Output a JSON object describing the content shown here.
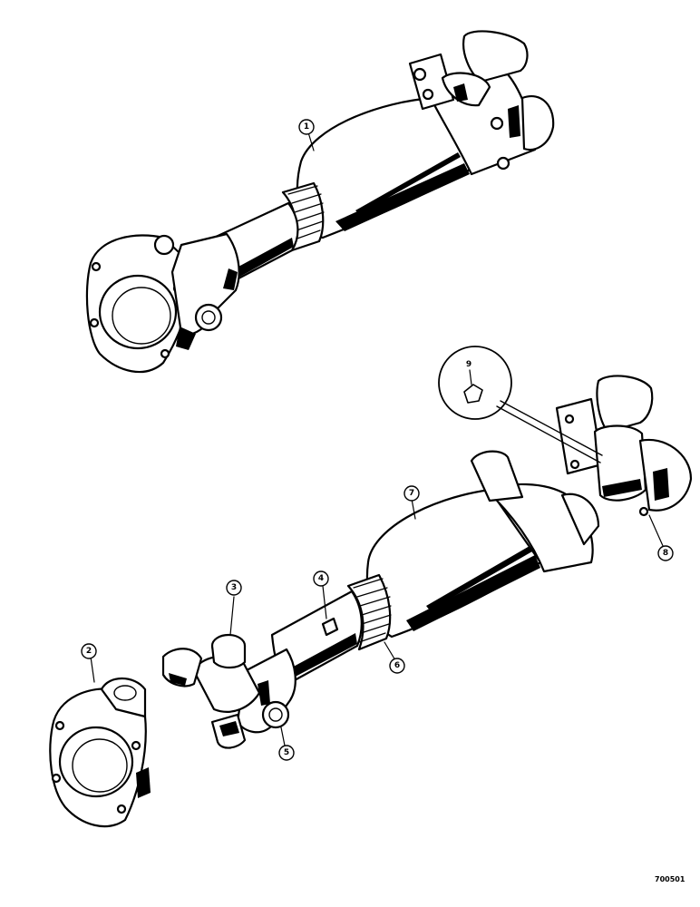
{
  "drawing_number": "700501",
  "callouts": [
    {
      "id": "callout-1",
      "label": "1"
    },
    {
      "id": "callout-2",
      "label": "2"
    },
    {
      "id": "callout-3",
      "label": "3"
    },
    {
      "id": "callout-4",
      "label": "4"
    },
    {
      "id": "callout-5",
      "label": "5"
    },
    {
      "id": "callout-6",
      "label": "6"
    },
    {
      "id": "callout-7",
      "label": "7"
    },
    {
      "id": "callout-8",
      "label": "8"
    },
    {
      "id": "callout-9",
      "label": "9"
    }
  ]
}
